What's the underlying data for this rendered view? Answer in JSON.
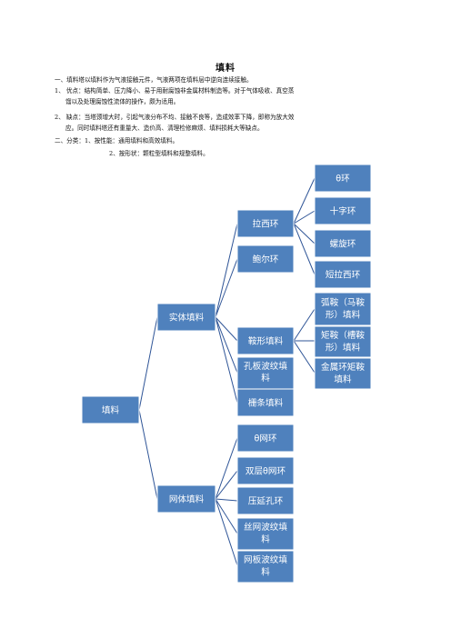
{
  "document": {
    "title": "填料",
    "lines": [
      "一、填料塔以填料作为气液接触元件，气液两项在填料层中逆向连续接触。",
      "1、 优点：结构简单、压力降小、易于用耐腐蚀非金属材料制造等。对于气体吸收、真空蒸",
      "馏以及处理腐蚀性流体的操作，颇为适用。",
      "2、 缺点：当塔颈增大时，引起气液分布不均、接触不良等，造成效率下降，即称为放大效",
      "应。同时填料塔还有重量大、造价高、清理检修麻烦、填料损耗大等缺点。",
      "二、分类：1、按性能：通用填料和高效填料。",
      "2、按形状：颗粒型填料和规整填料。"
    ]
  },
  "diagram": {
    "root": "填料",
    "level1": [
      "实体填料",
      "网体填料"
    ],
    "solid_children": [
      "拉西环",
      "鲍尔环",
      "鞍形填料",
      "孔板波纹填料",
      "栅条填料"
    ],
    "raschig_children": [
      "θ环",
      "十字环",
      "螺旋环",
      "短拉西环"
    ],
    "saddle_children": [
      "弧鞍（马鞍形）填料",
      "矩鞍（槽鞍形）填料",
      "金属环矩鞍填料"
    ],
    "mesh_children": [
      "θ网环",
      "双层θ网环",
      "压延孔环",
      "丝网波纹填料",
      "网板波纹填料"
    ],
    "colors": {
      "node_fill": "#4f81bd",
      "node_stroke": "#ffffff",
      "line": "#2f5597"
    }
  }
}
